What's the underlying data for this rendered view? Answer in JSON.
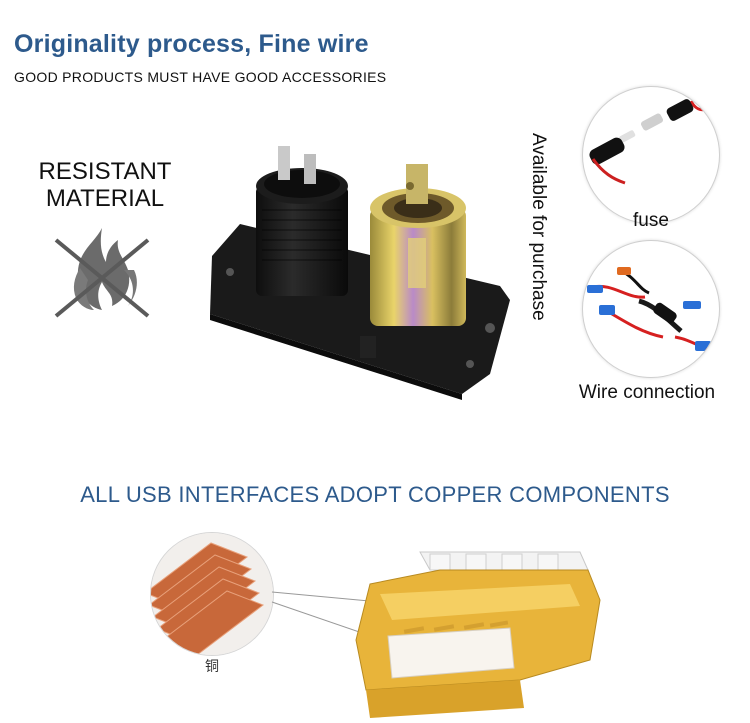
{
  "header": {
    "title": "Originality process, Fine wire",
    "subtitle": "GOOD PRODUCTS MUST HAVE GOOD ACCESSORIES"
  },
  "feature": {
    "resistant_line1": "RESISTANT",
    "resistant_line2": "MATERIAL"
  },
  "side_text": "Available for purchase",
  "accessories": [
    {
      "label": "fuse",
      "icon": "fuse-icon"
    },
    {
      "label": "Wire connection",
      "icon": "wire-connector-icon"
    }
  ],
  "usb": {
    "heading": "ALL USB INTERFACES ADOPT COPPER COMPONENTS",
    "copper_label": "铜"
  },
  "colors": {
    "heading_blue": "#2d5a8c",
    "copper": "#c8683a",
    "usb_gold": "#e8b43a"
  }
}
